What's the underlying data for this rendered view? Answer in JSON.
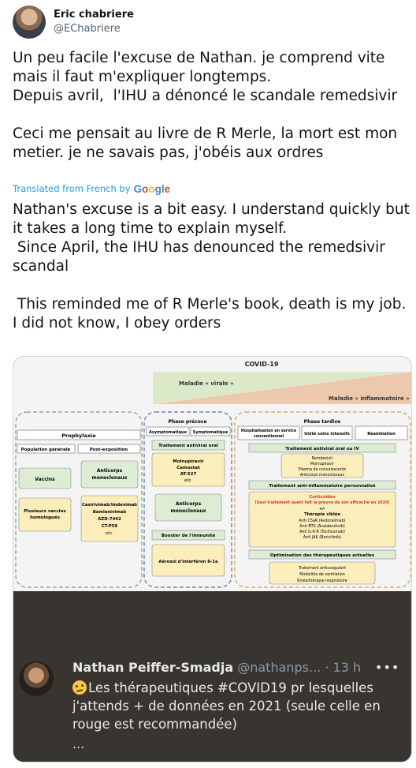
{
  "author": {
    "display_name": "Eric chabriere",
    "handle": "@EChabriere"
  },
  "tweet": {
    "text": "Un peu facile l'excuse de Nathan. je comprend vite mais il faut m'expliquer longtemps.\nDepuis avril,  l'IHU a dénoncé le scandale remedsivir\n\nCeci me pensait au livre de R Merle, la mort est mon metier. je ne savais pas, j'obéis aux ordres",
    "translated_label": "Translated from French by",
    "translator": "Google",
    "translation": "Nathan's excuse is a bit easy. I understand quickly but it takes a long time to explain myself.\n Since April, the IHU has denounced the remedsivir scandal\n\n This reminded me of R Merle's book, death is my job. I did not know, I obey orders"
  },
  "figure": {
    "title": "COVID-19",
    "viral": "Maladie « virale »",
    "inflammatory": "Maladie « inflammatoire »",
    "col1": {
      "header": "Prophylaxie",
      "sub1": "Population générale",
      "sub2": "Post-exposition",
      "vaccins": "Vaccins",
      "anticorps": [
        "Anticorps",
        "monoclonaux"
      ],
      "homologues": [
        "Plusieurs vaccins",
        "homologués"
      ],
      "list": [
        "Casirivimab/Imdevimab",
        "Bamlanivimab",
        "AZD-7442",
        "CT-P59",
        "etc."
      ]
    },
    "col2": {
      "header": "Phase précoce",
      "sub1": "Asymptomatique",
      "sub2": "Symptomatique",
      "antiviral": "Traitement antiviral oral",
      "list": [
        "Molnupiravir",
        "Camostat",
        "AT-527",
        "etc."
      ],
      "anticorps": [
        "Anticorps",
        "monoclonaux"
      ],
      "booster": "Booster de l'immunité",
      "aerosol": "Aérosol d'interféron ß-1a"
    },
    "col3": {
      "header": "Phase tardive",
      "sub1": [
        "Hospitalisation en service",
        "conventionnel"
      ],
      "sub2": "Unité soins intensifs",
      "sub3": "Réanimation",
      "antiviral": "Traitement antiviral oral ou IV",
      "antiviral_list": [
        "Remdesivir",
        "Molnupiravir",
        "Plasma de convalescents",
        "Anticorps monoclonaux"
      ],
      "anti_inflam": "Traitement anti-inflammatoire personnalisé",
      "corticoides": "Corticoïdes",
      "corticoides_note": "(Seul traitement ayant fait la preuve de son efficacité en 2020)",
      "plusminus": "+/-",
      "therapie": "Thérapie ciblée",
      "therapie_list": [
        "Anti C5aR (Avdoralimab)",
        "Anti BTK (Acalabrutinib)",
        "Anti IL-6 R (Tocilizumab)",
        "Anti JAK (Baricitinib)"
      ],
      "optimisation": "Optimisation des thérapeutiques actuelles",
      "optimisation_list": [
        "Traitement anticoagulant",
        "Modalités de ventilation",
        "Kinésithérapie respiratoire"
      ]
    }
  },
  "quoted": {
    "name": "Nathan Peiffer-Smadja",
    "handle": "@nathanps...",
    "time": "· 13 h",
    "more": "•••",
    "text": "Les thérapeutiques #COVID19 pr lesquelles j'attends + de données en 2021 (seule celle en rouge est recommandée)",
    "ellipsis": "..."
  },
  "colors": {
    "link": "#1d9bf0",
    "green_box": "#dcedd4",
    "yellow_box": "#fbeebb",
    "red_text": "#d7372b"
  }
}
